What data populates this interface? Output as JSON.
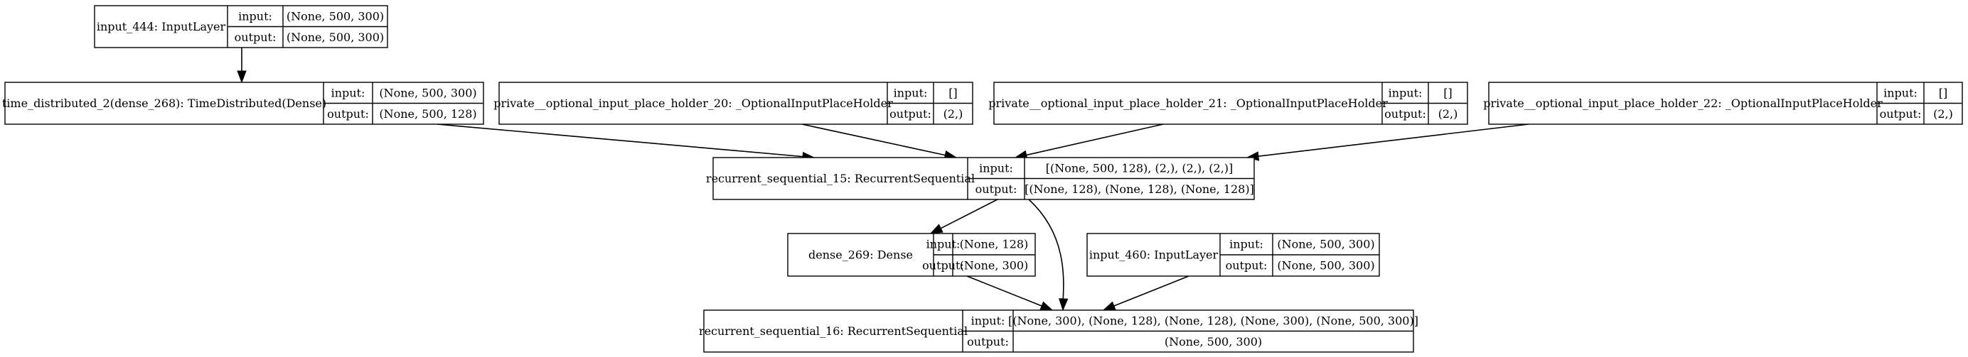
{
  "nodes": [
    {
      "id": "input_444",
      "name": "input_444: InputLayer",
      "input_label": "input:",
      "output_label": "output:",
      "input": "(None, 500, 300)",
      "output": "(None, 500, 300)"
    },
    {
      "id": "time_distributed_2",
      "name": "time_distributed_2(dense_268): TimeDistributed(Dense)",
      "input_label": "input:",
      "output_label": "output:",
      "input": "(None, 500, 300)",
      "output": "(None, 500, 128)"
    },
    {
      "id": "placeholder_20",
      "name": "private__optional_input_place_holder_20: _OptionalInputPlaceHolder",
      "input_label": "input:",
      "output_label": "output:",
      "input": "[]",
      "output": "(2,)"
    },
    {
      "id": "placeholder_21",
      "name": "private__optional_input_place_holder_21: _OptionalInputPlaceHolder",
      "input_label": "input:",
      "output_label": "output:",
      "input": "[]",
      "output": "(2,)"
    },
    {
      "id": "placeholder_22",
      "name": "private__optional_input_place_holder_22: _OptionalInputPlaceHolder",
      "input_label": "input:",
      "output_label": "output:",
      "input": "[]",
      "output": "(2,)"
    },
    {
      "id": "recurrent_sequential_15",
      "name": "recurrent_sequential_15: RecurrentSequential",
      "input_label": "input:",
      "output_label": "output:",
      "input": "[(None, 500, 128), (2,), (2,), (2,)]",
      "output": "[(None, 128), (None, 128), (None, 128)]"
    },
    {
      "id": "dense_269",
      "name": "dense_269: Dense",
      "input_label": "input:",
      "output_label": "output:",
      "input": "(None, 128)",
      "output": "(None, 300)"
    },
    {
      "id": "input_460",
      "name": "input_460: InputLayer",
      "input_label": "input:",
      "output_label": "output:",
      "input": "(None, 500, 300)",
      "output": "(None, 500, 300)"
    },
    {
      "id": "recurrent_sequential_16",
      "name": "recurrent_sequential_16: RecurrentSequential",
      "input_label": "input:",
      "output_label": "output:",
      "input": "[(None, 300), (None, 128), (None, 128), (None, 300), (None, 500, 300)]",
      "output": "(None, 500, 300)"
    }
  ],
  "edges": [
    {
      "from": "input_444",
      "to": "time_distributed_2"
    },
    {
      "from": "time_distributed_2",
      "to": "recurrent_sequential_15"
    },
    {
      "from": "placeholder_20",
      "to": "recurrent_sequential_15"
    },
    {
      "from": "placeholder_21",
      "to": "recurrent_sequential_15"
    },
    {
      "from": "placeholder_22",
      "to": "recurrent_sequential_15"
    },
    {
      "from": "recurrent_sequential_15",
      "to": "dense_269"
    },
    {
      "from": "recurrent_sequential_15",
      "to": "recurrent_sequential_16"
    },
    {
      "from": "dense_269",
      "to": "recurrent_sequential_16"
    },
    {
      "from": "input_460",
      "to": "recurrent_sequential_16"
    }
  ]
}
